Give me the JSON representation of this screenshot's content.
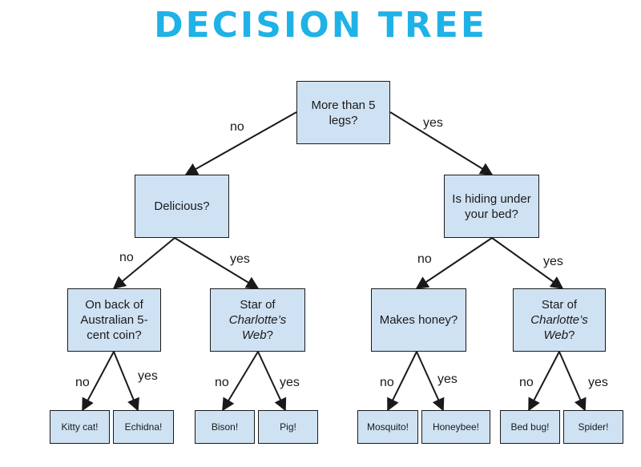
{
  "title": "DECISION TREE",
  "colors": {
    "title": "#1fb2e6",
    "node_fill": "#cfe2f3",
    "edge": "#1a1a1a"
  },
  "nodes": {
    "root": "More than 5 legs?",
    "delicious": "Delicious?",
    "hiding": "Is hiding under your bed?",
    "australian": "On back of Australian 5-cent coin?",
    "charlotte_1": {
      "pre": "Star of ",
      "em": "Charlotte’s Web",
      "post": "?"
    },
    "honey": "Makes honey?",
    "charlotte_2": {
      "pre": "Star of ",
      "em": "Charlotte’s Web",
      "post": "?"
    },
    "kitty": "Kitty cat!",
    "echidna": "Echidna!",
    "bison": "Bison!",
    "pig": "Pig!",
    "mosquito": "Mosquito!",
    "honeybee": "Honeybee!",
    "bedbug": "Bed bug!",
    "spider": "Spider!"
  },
  "edge_labels": {
    "root_no": "no",
    "root_yes": "yes",
    "delicious_no": "no",
    "delicious_yes": "yes",
    "hiding_no": "no",
    "hiding_yes": "yes",
    "australian_no": "no",
    "australian_yes": "yes",
    "charlotte_1_no": "no",
    "charlotte_1_yes": "yes",
    "honey_no": "no",
    "honey_yes": "yes",
    "charlotte_2_no": "no",
    "charlotte_2_yes": "yes"
  }
}
